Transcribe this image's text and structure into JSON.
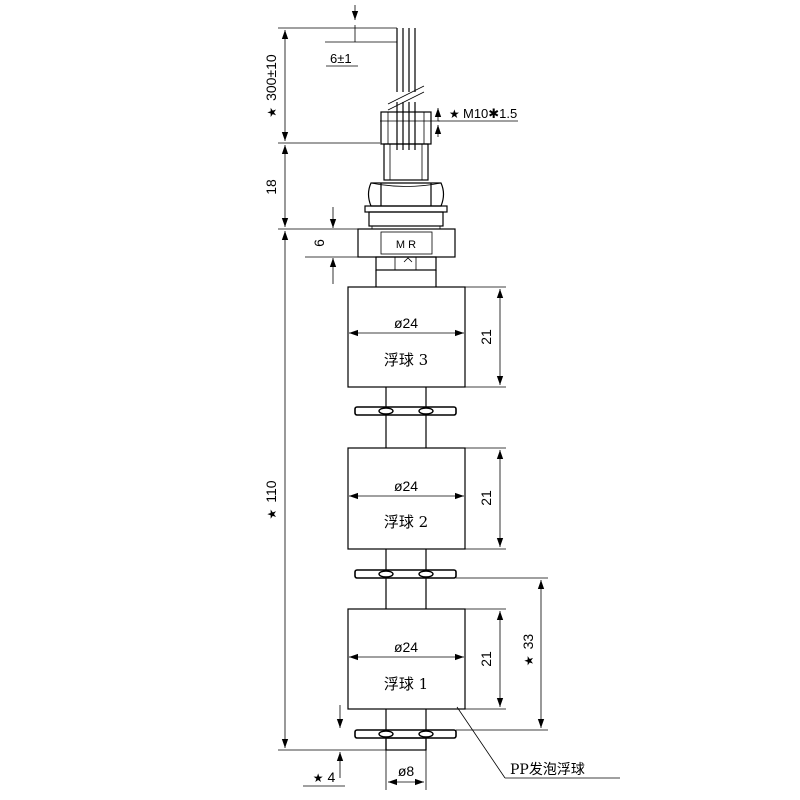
{
  "drawing": {
    "cable_length": "300±10",
    "wire_pitch": "6±1",
    "thread_spec": "M10✱1.5",
    "fitting_height": "18",
    "cap_height": "6",
    "cap_marking": "M R",
    "total_length": "110",
    "stem_diameter": "ø8",
    "bottom_offset": "4",
    "lowest_float_center": "33",
    "floats": [
      {
        "diameter": "ø24",
        "height": "21",
        "label": "浮球 3"
      },
      {
        "diameter": "ø24",
        "height": "21",
        "label": "浮球 2"
      },
      {
        "diameter": "ø24",
        "height": "21",
        "label": "浮球 1"
      }
    ],
    "material_callout": "PP发泡浮球",
    "star_symbol": "★"
  }
}
